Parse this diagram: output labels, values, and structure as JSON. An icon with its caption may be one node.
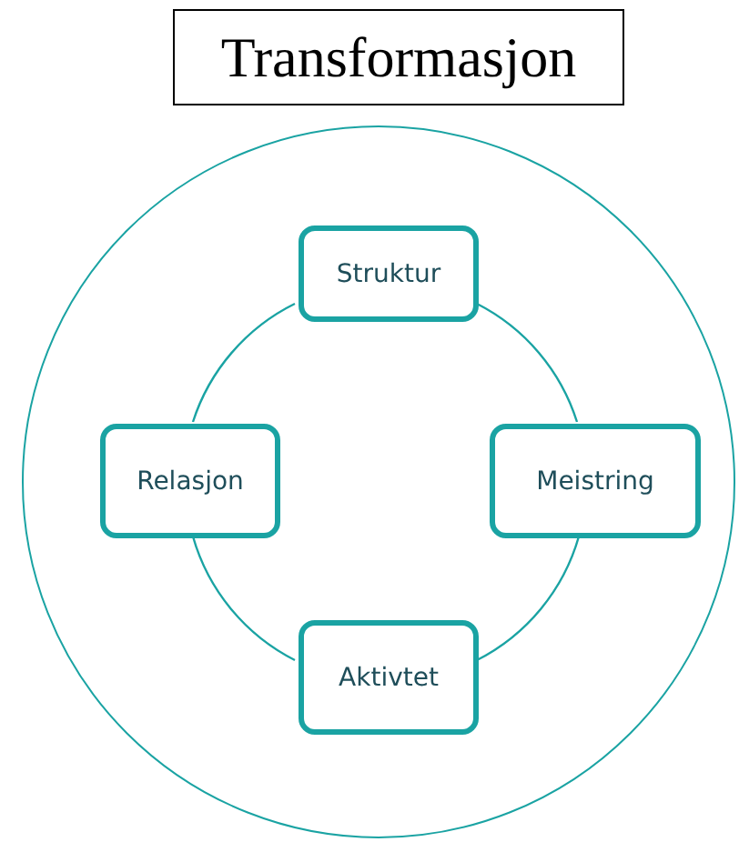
{
  "diagram": {
    "nodes": [
      {
        "text": [
          "Transformasjon"
        ]
      },
      {
        "text": [],
        "shape": "circle"
      },
      {
        "text": [
          "Struktur"
        ],
        "in": 1
      },
      {
        "text": [
          "Relasjon"
        ],
        "in": 1
      },
      {
        "text": [
          "Meistring"
        ],
        "in": 1
      },
      {
        "text": [
          "Aktivtet"
        ],
        "in": 1
      }
    ],
    "edges": [
      {
        "from": 2,
        "to": 4,
        "arrow": "none"
      },
      {
        "from": 4,
        "to": 5,
        "arrow": "none"
      },
      {
        "from": 5,
        "to": 3,
        "arrow": "none"
      },
      {
        "from": 3,
        "to": 2,
        "arrow": "none"
      }
    ]
  }
}
